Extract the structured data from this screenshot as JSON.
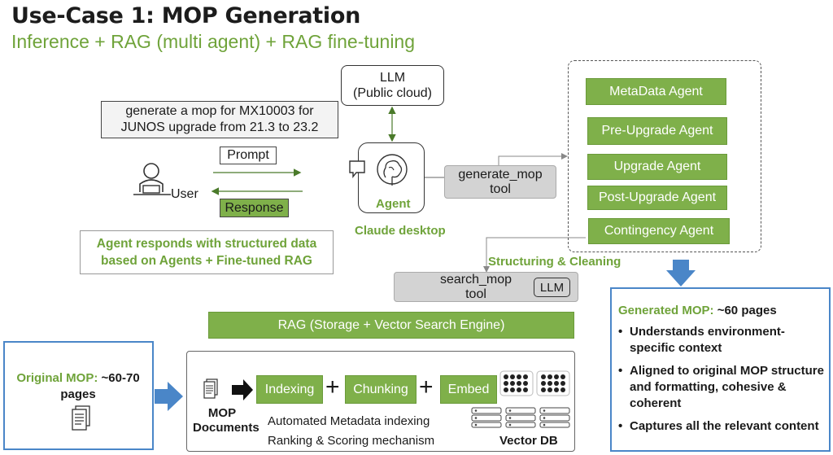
{
  "title": "Use-Case 1:  MOP Generation",
  "subtitle": "Inference + RAG (multi agent) + RAG fine-tuning",
  "llm_top": {
    "line1": "LLM",
    "line2": "(Public cloud)"
  },
  "prompt_text": {
    "line1": "generate a mop for MX10003 for",
    "line2": "JUNOS upgrade from 21.3 to 23.2"
  },
  "prompt_label": "Prompt",
  "response_label": "Response",
  "user_label": "User",
  "agent_label": "Agent",
  "claude_label": "Claude desktop",
  "generate_tool": {
    "line1": "generate_mop",
    "line2": "tool"
  },
  "agents": [
    "MetaData Agent",
    "Pre-Upgrade Agent",
    "Upgrade Agent",
    "Post-Upgrade Agent",
    "Contingency Agent"
  ],
  "response_note": {
    "line1": "Agent responds with structured data",
    "line2": "based on Agents + Fine-tuned RAG"
  },
  "structuring_label": "Structuring & Cleaning",
  "search_tool": {
    "line1": "search_mop",
    "line2": "tool",
    "llm": "LLM"
  },
  "rag_bar": "RAG (Storage + Vector Search Engine)",
  "original_mop": {
    "label": "Original MOP:",
    "value": "~60-70",
    "line2": "pages"
  },
  "pipeline": {
    "docs_line1": "MOP",
    "docs_line2": "Documents",
    "indexing": "Indexing",
    "chunking": "Chunking",
    "embed": "Embed",
    "plus": "+",
    "meta_indexing": "Automated Metadata indexing",
    "ranking": "Ranking & Scoring mechanism",
    "vector_db": "Vector DB"
  },
  "generated_mop": {
    "label": "Generated MOP:",
    "value": "~60 pages",
    "items": [
      "Understands environment-specific context",
      "Aligned to original MOP structure and formatting, cohesive & coherent",
      "Captures all the relevant content"
    ]
  },
  "colors": {
    "green": "#7fb04a",
    "green_text": "#6fa33a",
    "blue": "#4a86c8",
    "gray_tool": "#d3d3d3"
  }
}
